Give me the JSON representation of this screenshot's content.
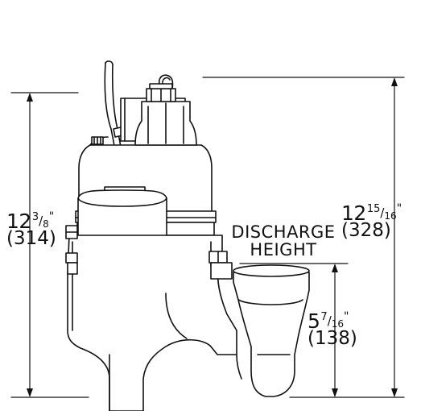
{
  "dimensions": {
    "left": {
      "whole": "12",
      "num": "3",
      "den": "8",
      "unit": "\"",
      "mm": "(314)"
    },
    "right": {
      "whole": "12",
      "num": "15",
      "den": "16",
      "unit": "\"",
      "mm": "(328)"
    },
    "discharge": {
      "whole": "5",
      "num": "7",
      "den": "16",
      "unit": "\"",
      "mm": "(138)"
    }
  },
  "label": {
    "line1": "DISCHARGE",
    "line2": "HEIGHT"
  },
  "colors": {
    "ink": "#111111",
    "background": "#ffffff"
  }
}
